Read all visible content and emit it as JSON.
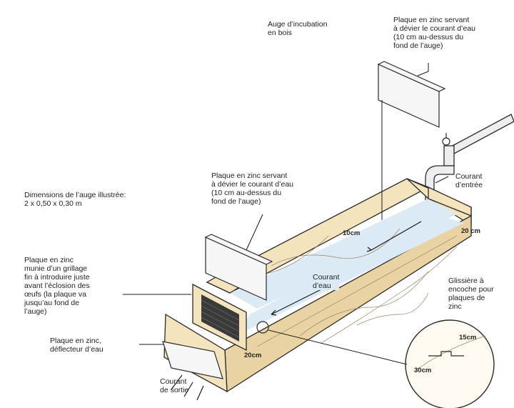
{
  "labels": {
    "auge_title": "Auge d’incubation\nen bois",
    "plaque_top": "Plaque en zinc servant\nà dévier le courant d’eau\n(10 cm au-dessus du\nfond de l’auge)",
    "plaque_mid": "Plaque en zinc servant\nà dévier le courant d’eau\n(10 cm au-dessus du\nfond de l’auge)",
    "dimensions": "Dimensions de l’auge illustrée:\n2 x 0,50 x 0,30 m",
    "plaque_grillage": "Plaque en zinc\nmunie d’un grillage\nfin à introduire juste\navant l’éclosion des\nœufs (la plaque va\njusqu’au fond de\nl’auge)",
    "plaque_deflecteur": "Plaque en zinc,\ndéflecteur d’eau",
    "courant_entree": "Courant\nd’entrée",
    "courant_eau": "Courant\nd’eau",
    "courant_sortie": "Courant\nde sortie",
    "glissiere": "Glissière à\nencoche pour\nplaques de\nzinc"
  },
  "dimensions": {
    "d10": "10cm",
    "d20_right": "20 cm",
    "d20_front": "20cm",
    "d15": "15cm",
    "d30": "30cm"
  }
}
